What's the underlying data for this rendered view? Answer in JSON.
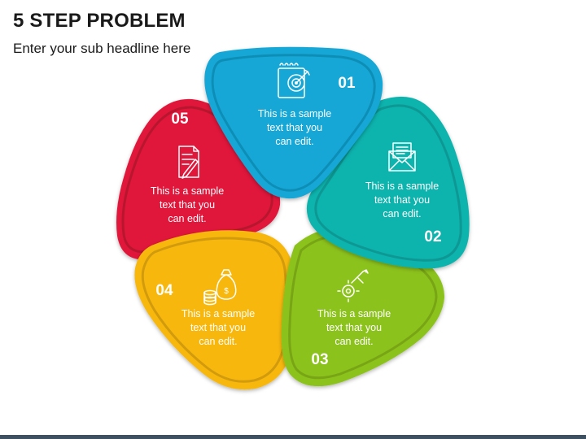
{
  "title": "5 STEP PROBLEM",
  "subtitle": "Enter your sub headline here",
  "colors": {
    "step1": "#14a7d6",
    "step2": "#10b3ad",
    "step3": "#8cc21a",
    "step4": "#f7b70c",
    "step5": "#e0183a"
  },
  "steps": [
    {
      "number": "01",
      "text": [
        "This is a sample",
        "text that you",
        "can edit."
      ],
      "icon": "target-dart-icon"
    },
    {
      "number": "02",
      "text": [
        "This is a sample",
        "text that you",
        "can edit."
      ],
      "icon": "envelope-letter-icon"
    },
    {
      "number": "03",
      "text": [
        "This is a sample",
        "text that you",
        "can edit."
      ],
      "icon": "hand-coin-gear-icon"
    },
    {
      "number": "04",
      "text": [
        "This is a sample",
        "text that you",
        "can edit."
      ],
      "icon": "money-bag-icon"
    },
    {
      "number": "05",
      "text": [
        "This is a sample",
        "text that you",
        "can edit."
      ],
      "icon": "document-pen-icon"
    }
  ]
}
